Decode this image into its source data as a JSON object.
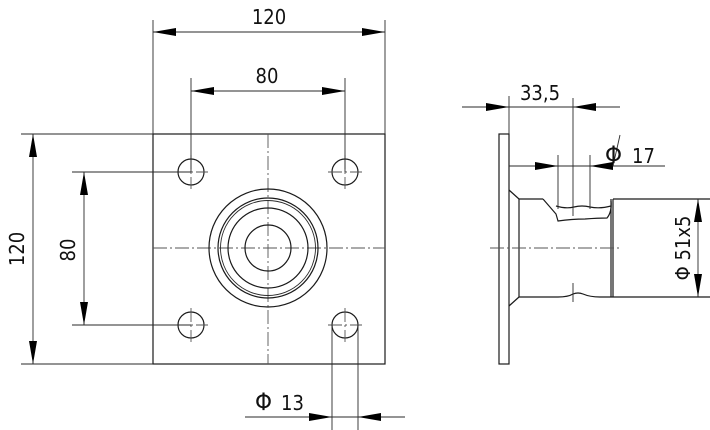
{
  "drawing": {
    "front_view": {
      "width_label": "120",
      "hole_spacing_x_label": "80",
      "height_label": "120",
      "hole_spacing_y_label": "80",
      "hole_diameter_symbol": "Φ",
      "hole_diameter_value": "13"
    },
    "side_view": {
      "offset_label": "33,5",
      "pin_diameter_symbol": "Φ",
      "pin_diameter_value": "17",
      "tube_label": "Φ 51x5"
    },
    "colors": {
      "line": "#1a1a1a",
      "centerline": "#555555",
      "background": "#ffffff"
    }
  }
}
